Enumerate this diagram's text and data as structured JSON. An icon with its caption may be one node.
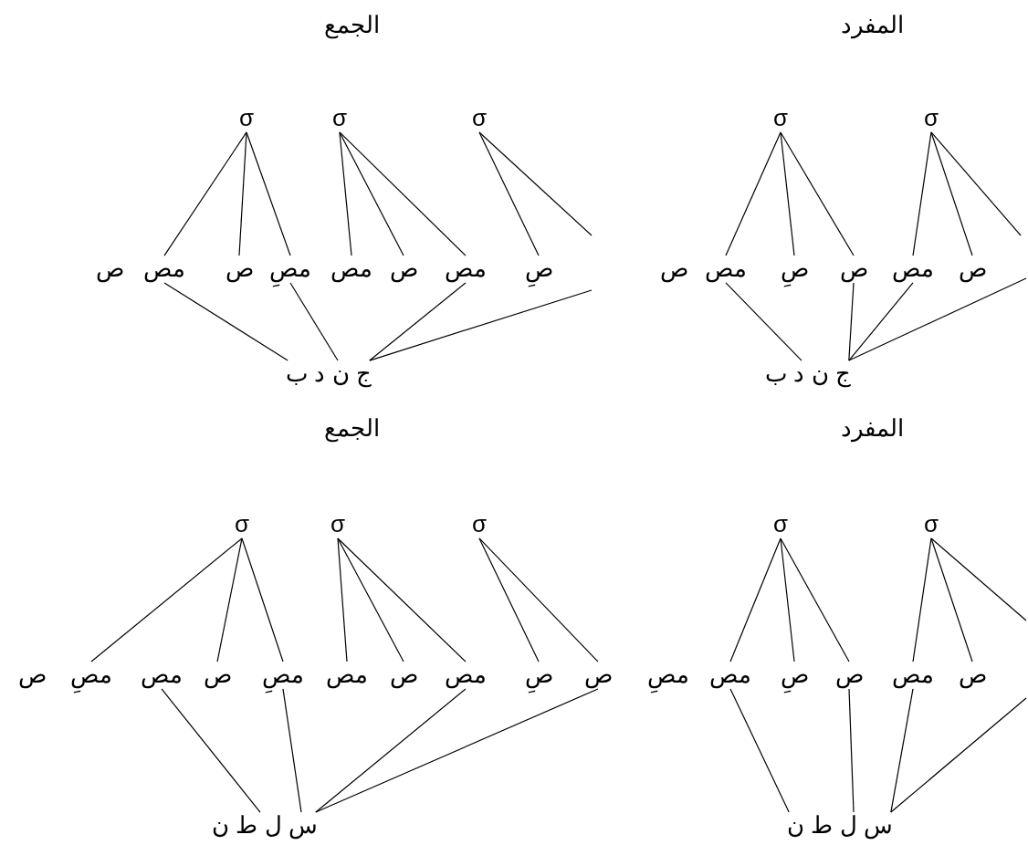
{
  "diagram": {
    "nodes": [
      {
        "text": [
          "σ"
        ]
      },
      {
        "text": [
          "σ"
        ]
      },
      {
        "text": [
          "σ"
        ]
      },
      {
        "text": [
          "ص"
        ]
      },
      {
        "text": [
          "مص"
        ]
      },
      {
        "text": [
          "ص"
        ]
      },
      {
        "text": [
          "مصِ"
        ]
      },
      {
        "text": [
          "مص"
        ]
      },
      {
        "text": [
          "ص"
        ]
      },
      {
        "text": [
          "مص"
        ]
      },
      {
        "text": [
          "صِ"
        ]
      },
      {
        "text": [
          "ج ن د ب"
        ]
      },
      {
        "text": [
          "σ"
        ]
      },
      {
        "text": [
          "σ"
        ]
      },
      {
        "text": [
          "ص"
        ]
      },
      {
        "text": [
          "مص"
        ]
      },
      {
        "text": [
          "صِ"
        ]
      },
      {
        "text": [
          "ص"
        ]
      },
      {
        "text": [
          "مص"
        ]
      },
      {
        "text": [
          "ص"
        ]
      },
      {
        "text": [
          "ج ن د ب"
        ]
      },
      {
        "text": [
          "σ"
        ]
      },
      {
        "text": [
          "σ"
        ]
      },
      {
        "text": [
          "σ"
        ]
      },
      {
        "text": [
          "ص"
        ]
      },
      {
        "text": [
          "مصِ"
        ]
      },
      {
        "text": [
          "مص"
        ]
      },
      {
        "text": [
          "ص"
        ]
      },
      {
        "text": [
          "مصِ"
        ]
      },
      {
        "text": [
          "مص"
        ]
      },
      {
        "text": [
          "ص"
        ]
      },
      {
        "text": [
          "مص"
        ]
      },
      {
        "text": [
          "صِ"
        ]
      },
      {
        "text": [
          "س ل ط ن"
        ]
      },
      {
        "text": [
          "σ"
        ]
      },
      {
        "text": [
          "σ"
        ]
      },
      {
        "text": [
          "ص"
        ]
      },
      {
        "text": [
          "مصِ"
        ]
      },
      {
        "text": [
          "مص"
        ]
      },
      {
        "text": [
          "صِ"
        ]
      },
      {
        "text": [
          "ص"
        ]
      },
      {
        "text": [
          "مص"
        ]
      },
      {
        "text": [
          "ص"
        ]
      },
      {
        "text": [
          "س ل ط ن"
        ]
      }
    ],
    "edges": [
      {
        "from": 0,
        "to": 4,
        "arrow": "none"
      },
      {
        "from": 0,
        "to": 5,
        "arrow": "none"
      },
      {
        "from": 0,
        "to": 6,
        "arrow": "none"
      },
      {
        "from": 1,
        "to": 7,
        "arrow": "none"
      },
      {
        "from": 1,
        "to": 8,
        "arrow": "none"
      },
      {
        "from": 1,
        "to": 9,
        "arrow": "none"
      },
      {
        "from": 2,
        "to": 10,
        "arrow": "none"
      },
      {
        "from": 2,
        "to": null,
        "arrow": "none"
      },
      {
        "from": 4,
        "to": 11,
        "arrow": "none"
      },
      {
        "from": 6,
        "to": 11,
        "arrow": "none"
      },
      {
        "from": 9,
        "to": 11,
        "arrow": "none"
      },
      {
        "from": null,
        "to": 11,
        "arrow": "none"
      },
      {
        "from": 12,
        "to": 15,
        "arrow": "none"
      },
      {
        "from": 12,
        "to": 16,
        "arrow": "none"
      },
      {
        "from": 12,
        "to": 17,
        "arrow": "none"
      },
      {
        "from": 13,
        "to": 18,
        "arrow": "none"
      },
      {
        "from": 13,
        "to": 19,
        "arrow": "none"
      },
      {
        "from": 13,
        "to": null,
        "arrow": "none"
      },
      {
        "from": 15,
        "to": 20,
        "arrow": "none"
      },
      {
        "from": 17,
        "to": 20,
        "arrow": "none"
      },
      {
        "from": 18,
        "to": 20,
        "arrow": "none"
      },
      {
        "from": null,
        "to": 20,
        "arrow": "none"
      },
      {
        "from": 21,
        "to": 25,
        "arrow": "none"
      },
      {
        "from": 21,
        "to": 27,
        "arrow": "none"
      },
      {
        "from": 21,
        "to": 28,
        "arrow": "none"
      },
      {
        "from": 22,
        "to": 29,
        "arrow": "none"
      },
      {
        "from": 22,
        "to": 30,
        "arrow": "none"
      },
      {
        "from": 22,
        "to": 31,
        "arrow": "none"
      },
      {
        "from": 23,
        "to": 32,
        "arrow": "none"
      },
      {
        "from": 23,
        "to": 36,
        "arrow": "none"
      },
      {
        "from": 26,
        "to": 33,
        "arrow": "none"
      },
      {
        "from": 28,
        "to": 33,
        "arrow": "none"
      },
      {
        "from": 31,
        "to": 33,
        "arrow": "none"
      },
      {
        "from": 36,
        "to": 33,
        "arrow": "none"
      },
      {
        "from": 34,
        "to": 38,
        "arrow": "none"
      },
      {
        "from": 34,
        "to": 39,
        "arrow": "none"
      },
      {
        "from": 34,
        "to": 40,
        "arrow": "none"
      },
      {
        "from": 35,
        "to": 41,
        "arrow": "none"
      },
      {
        "from": 35,
        "to": 42,
        "arrow": "none"
      },
      {
        "from": 35,
        "to": null,
        "arrow": "none"
      },
      {
        "from": 38,
        "to": 43,
        "arrow": "none"
      },
      {
        "from": 40,
        "to": 43,
        "arrow": "none"
      },
      {
        "from": 41,
        "to": 43,
        "arrow": "none"
      },
      {
        "from": null,
        "to": 43,
        "arrow": "none"
      }
    ],
    "labels": [
      "الجمع",
      "المفرد",
      "الجمع",
      "المفرد"
    ]
  }
}
